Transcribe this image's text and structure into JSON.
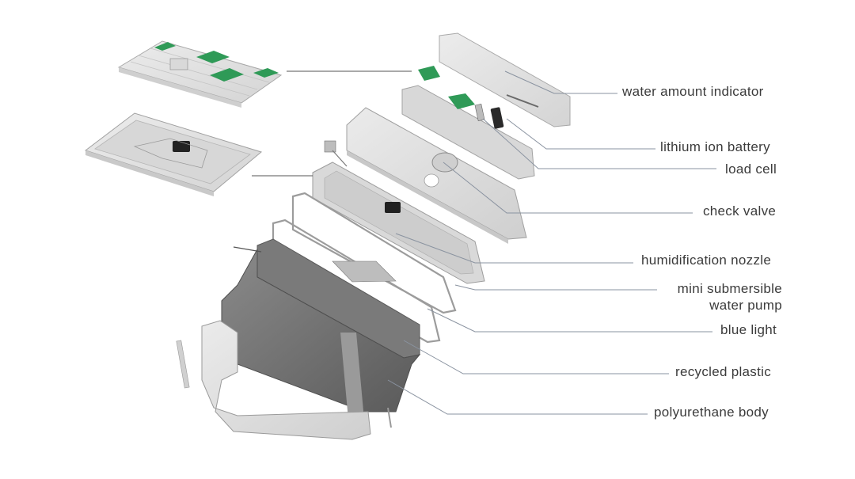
{
  "callouts": [
    {
      "id": "water-amount-indicator",
      "text": "water amount indicator"
    },
    {
      "id": "lithium-ion-battery",
      "text": "lithium ion battery"
    },
    {
      "id": "load-cell",
      "text": "load cell"
    },
    {
      "id": "check-valve",
      "text": "check valve"
    },
    {
      "id": "humidification-nozzle",
      "text": "humidification nozzle"
    },
    {
      "id": "mini-submersible-water-pump",
      "text": "mini submersible\nwater pump",
      "line1": "mini submersible",
      "line2": "water pump"
    },
    {
      "id": "blue-light",
      "text": "blue light"
    },
    {
      "id": "recycled-plastic",
      "text": "recycled plastic"
    },
    {
      "id": "polyurethane-body",
      "text": "polyurethane body"
    }
  ],
  "colors": {
    "label_text": "#3b3b3b",
    "leader_line": "#8a93a0",
    "part_light": "#e2e2e2",
    "part_mid": "#c9c9c9",
    "part_dark": "#6f6f6f",
    "pcb_green": "#2f9a57",
    "edge": "#9a9a9a"
  }
}
